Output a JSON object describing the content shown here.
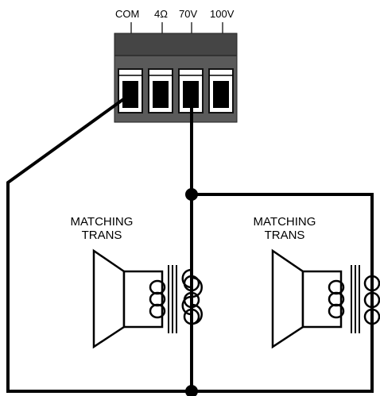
{
  "terminal_block": {
    "labels": [
      "COM",
      "4Ω",
      "70V",
      "100V"
    ],
    "body_color": "#555555",
    "top_color": "#444444"
  },
  "speakers": [
    {
      "label_line1": "MATCHING",
      "label_line2": "TRANS"
    },
    {
      "label_line1": "MATCHING",
      "label_line2": "TRANS"
    }
  ]
}
